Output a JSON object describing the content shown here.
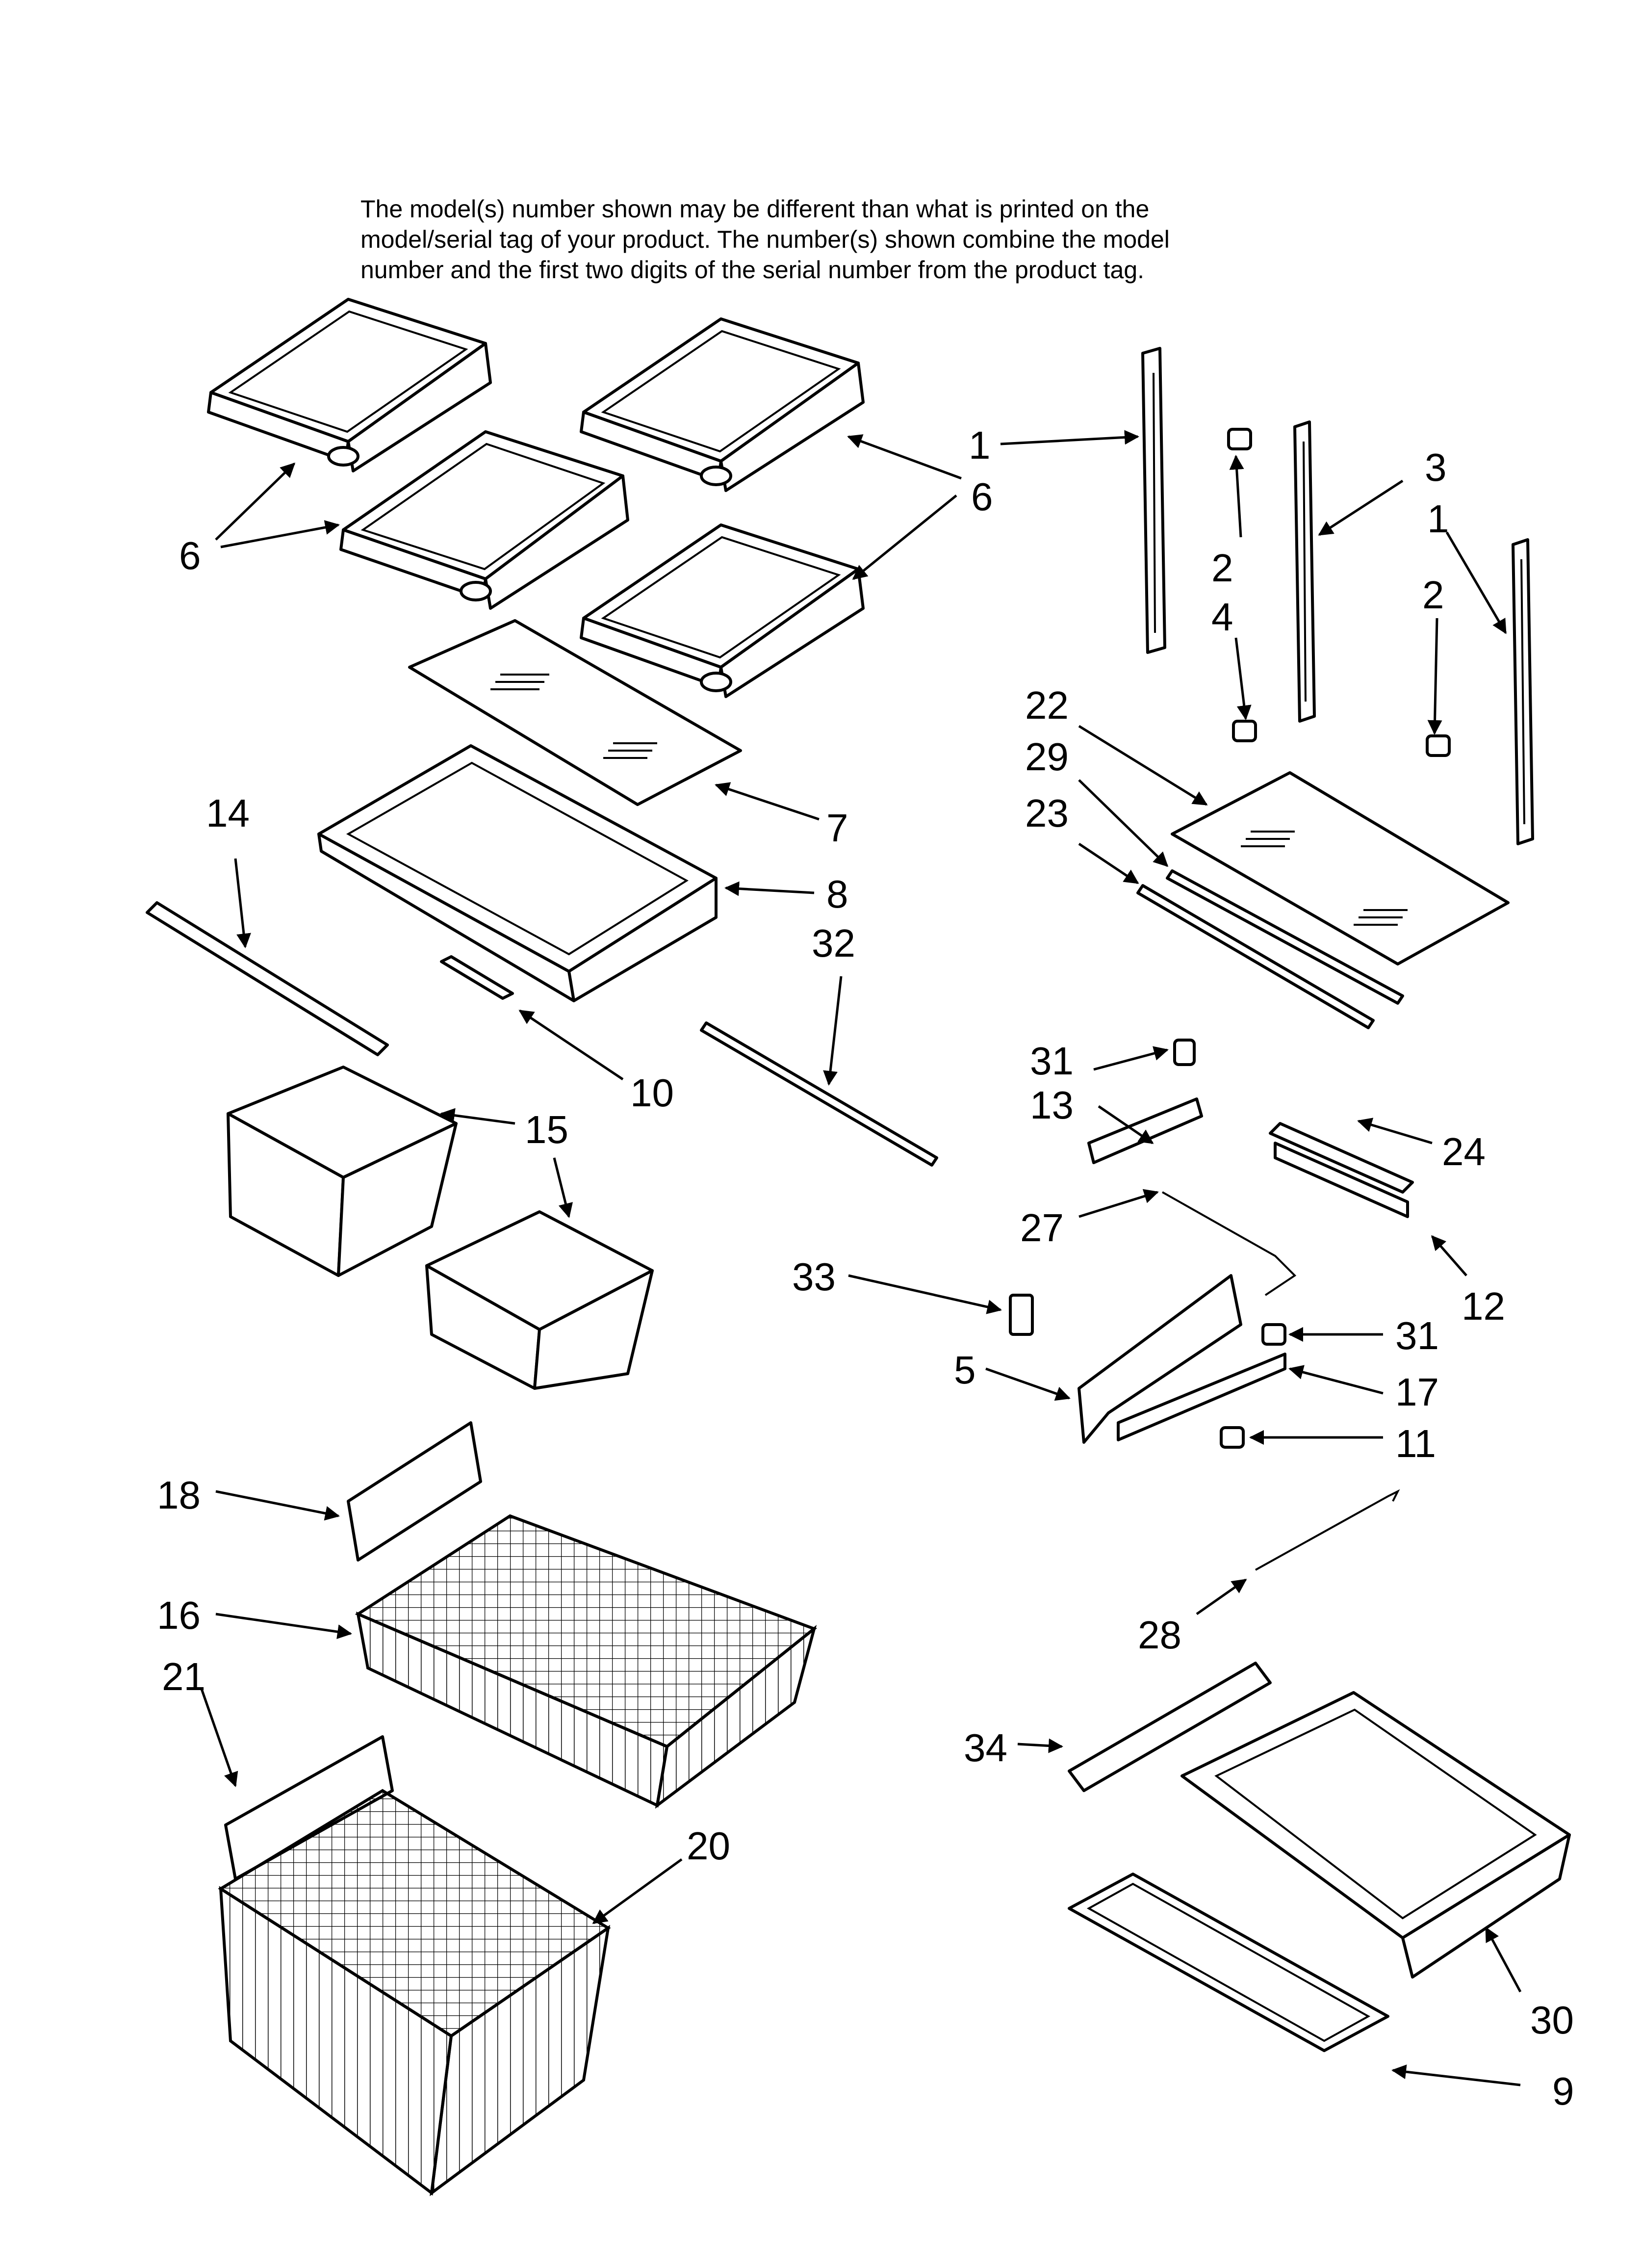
{
  "note": {
    "lines": [
      "The model(s) number shown may be different than what is printed on the",
      "model/serial tag of your product. The number(s) shown combine the model",
      "number and the first two digits of the serial number from the product tag."
    ]
  },
  "callouts": {
    "c6a": "6",
    "c6b": "6",
    "c1a": "1",
    "c1b": "1",
    "c3": "3",
    "c2a": "2",
    "c2b": "2",
    "c4": "4",
    "c22": "22",
    "c29": "29",
    "c23": "23",
    "c7": "7",
    "c8": "8",
    "c14": "14",
    "c32": "32",
    "c10": "10",
    "c15": "15",
    "c31a": "31",
    "c13": "13",
    "c24": "24",
    "c27": "27",
    "c12": "12",
    "c33": "33",
    "c5": "5",
    "c31b": "31",
    "c17": "17",
    "c11": "11",
    "c18": "18",
    "c16": "16",
    "c21": "21",
    "c20": "20",
    "c28": "28",
    "c34": "34",
    "c30": "30",
    "c9": "9"
  }
}
